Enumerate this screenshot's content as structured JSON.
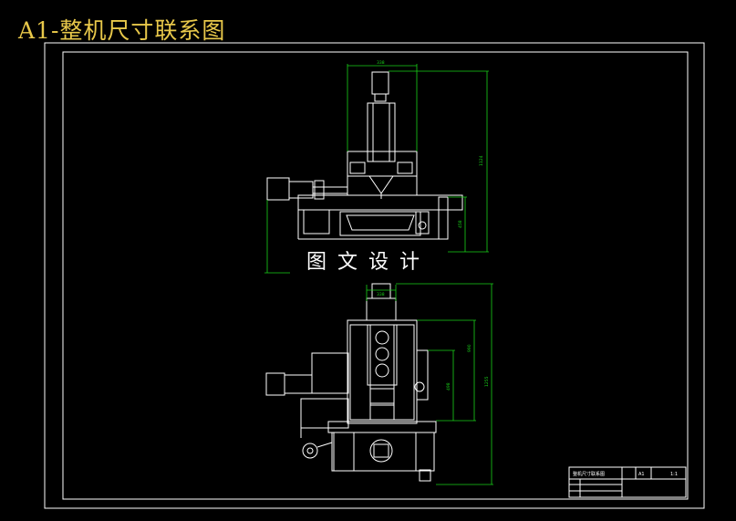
{
  "page": {
    "title": "A1-整机尺寸联系图",
    "watermark": "图文设计"
  },
  "title_block": {
    "name": "整机尺寸联系图",
    "field_1": "A1",
    "field_2": "1:1"
  },
  "dimensions": {
    "front_top_width": "338",
    "front_height": "1124",
    "front_lower_height": "458",
    "side_top_width": "338",
    "side_height": "1255",
    "side_upper_height": "990",
    "side_inner_height": "498"
  },
  "colors": {
    "background": "#000000",
    "title": "#e8c84a",
    "lines": "#ffffff",
    "dimensions": "#19d219"
  }
}
